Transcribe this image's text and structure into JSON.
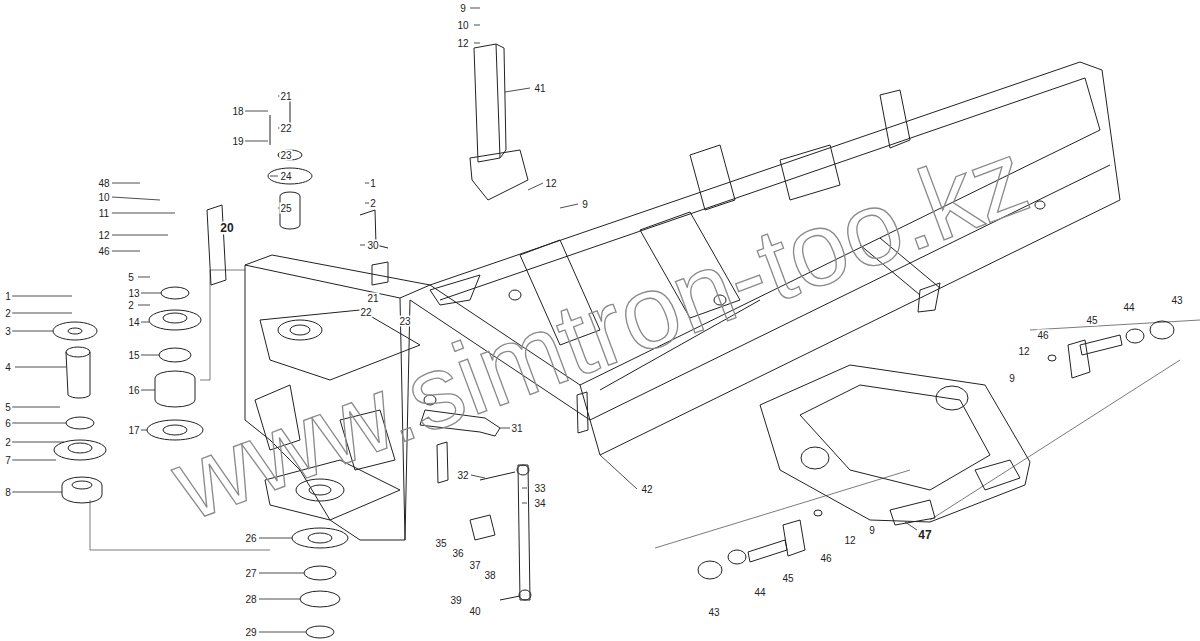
{
  "diagram": {
    "labels": [
      "9",
      "10",
      "12",
      "41",
      "18",
      "19",
      "21",
      "22",
      "23",
      "24",
      "25",
      "48",
      "10",
      "11",
      "12",
      "46",
      "20",
      "1",
      "2",
      "30",
      "12",
      "9",
      "1",
      "2",
      "3",
      "4",
      "5",
      "6",
      "2",
      "7",
      "8",
      "5",
      "13",
      "2",
      "14",
      "15",
      "16",
      "17",
      "21",
      "22",
      "23",
      "31",
      "32",
      "33",
      "34",
      "42",
      "35",
      "36",
      "37",
      "38",
      "39",
      "40",
      "26",
      "27",
      "28",
      "29",
      "43",
      "44",
      "45",
      "46",
      "12",
      "9",
      "47",
      "43",
      "44",
      "45",
      "46",
      "12",
      "9",
      "www.simtron-too.kz"
    ]
  }
}
